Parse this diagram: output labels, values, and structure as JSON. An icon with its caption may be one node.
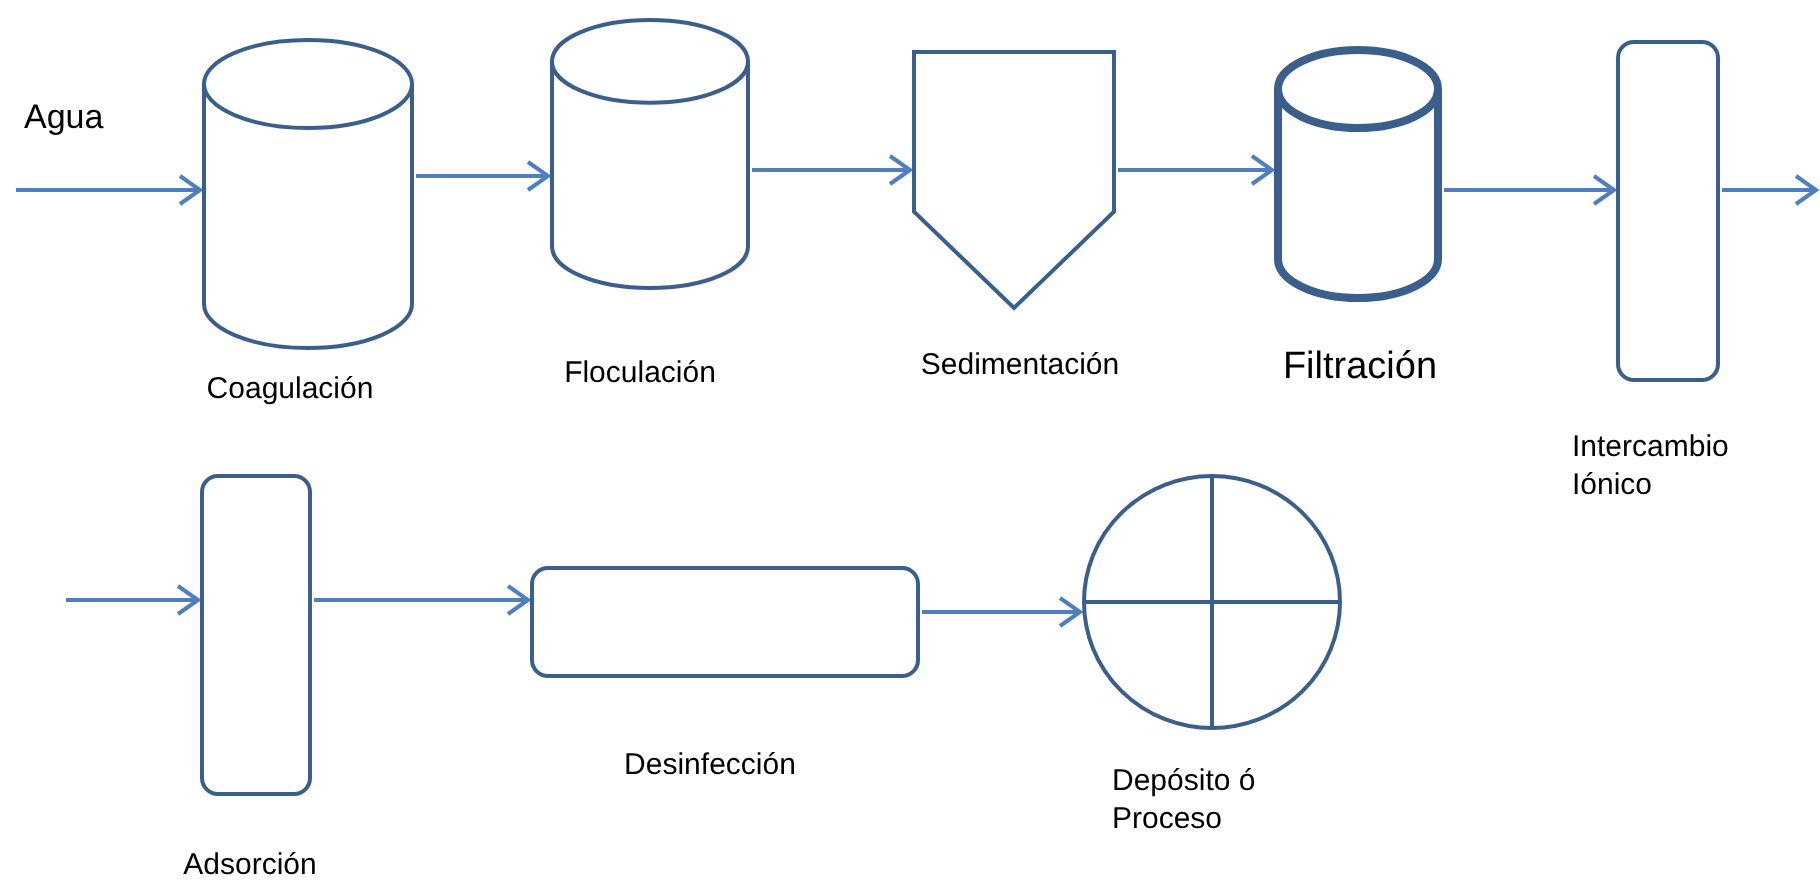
{
  "diagram": {
    "nodes": [
      {
        "text": [],
        "shape": "cylinder",
        "beside": [
          "Coagulación"
        ]
      },
      {
        "text": [],
        "shape": "cylinder",
        "beside": [
          "Floculación"
        ]
      },
      {
        "text": [],
        "shape": "pentagon",
        "beside": [
          "Sedimentación"
        ]
      },
      {
        "text": [],
        "shape": "cylinder",
        "beside": [
          "Filtración"
        ]
      },
      {
        "text": [],
        "shape": "box",
        "beside": [
          "Intercambio Iónico"
        ]
      },
      {
        "text": [],
        "shape": "box",
        "beside": [
          "Adsorción"
        ]
      },
      {
        "text": [],
        "shape": "box",
        "beside": [
          "Desinfección"
        ]
      },
      {
        "text": [],
        "shape": "circle",
        "beside": [
          "Depósito ó Proceso"
        ]
      }
    ],
    "edges": [
      {
        "from": null,
        "to": 0,
        "arrow": "to"
      },
      {
        "from": 0,
        "to": 1,
        "arrow": "to"
      },
      {
        "from": 1,
        "to": 2,
        "arrow": "to"
      },
      {
        "from": 2,
        "to": 3,
        "arrow": "to"
      },
      {
        "from": 3,
        "to": 4,
        "arrow": "to"
      },
      {
        "from": 4,
        "to": null,
        "arrow": "to"
      },
      {
        "from": null,
        "to": 5,
        "arrow": "to"
      },
      {
        "from": 5,
        "to": 6,
        "arrow": "to"
      },
      {
        "from": 6,
        "to": 7,
        "arrow": "to"
      }
    ],
    "labels": [
      "Agua"
    ]
  }
}
